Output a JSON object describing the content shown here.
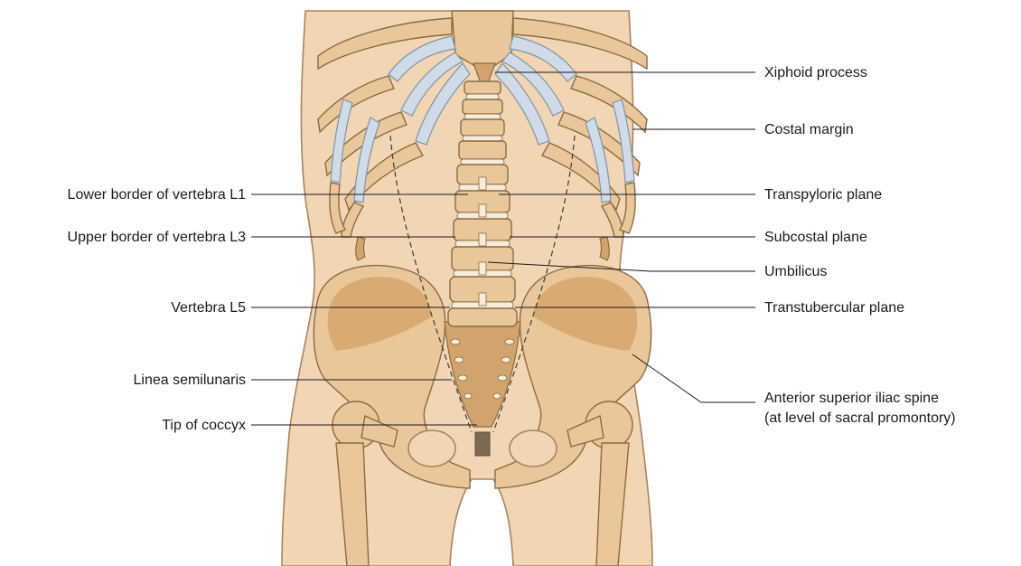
{
  "labels_left": [
    {
      "id": "lower-border-l1",
      "text": "Lower border of vertebra L1"
    },
    {
      "id": "upper-border-l3",
      "text": "Upper border of vertebra L3"
    },
    {
      "id": "vertebra-l5",
      "text": "Vertebra L5"
    },
    {
      "id": "linea-semilunaris",
      "text": "Linea semilunaris"
    },
    {
      "id": "tip-of-coccyx",
      "text": "Tip of coccyx"
    }
  ],
  "labels_right": [
    {
      "id": "xiphoid-process",
      "text": "Xiphoid process"
    },
    {
      "id": "costal-margin",
      "text": "Costal margin"
    },
    {
      "id": "transpyloric-plane",
      "text": "Transpyloric plane"
    },
    {
      "id": "subcostal-plane",
      "text": "Subcostal plane"
    },
    {
      "id": "umbilicus",
      "text": "Umbilicus"
    },
    {
      "id": "transtubercular-plane",
      "text": "Transtubercular plane"
    },
    {
      "id": "anterior-superior-iliac-spine",
      "text": "Anterior superior iliac spine",
      "text2": "(at level of sacral promontory)"
    }
  ],
  "colors": {
    "skin": "#f2d5b3",
    "bone": "#e9c79b",
    "cartilage": "#cfdbe7"
  }
}
